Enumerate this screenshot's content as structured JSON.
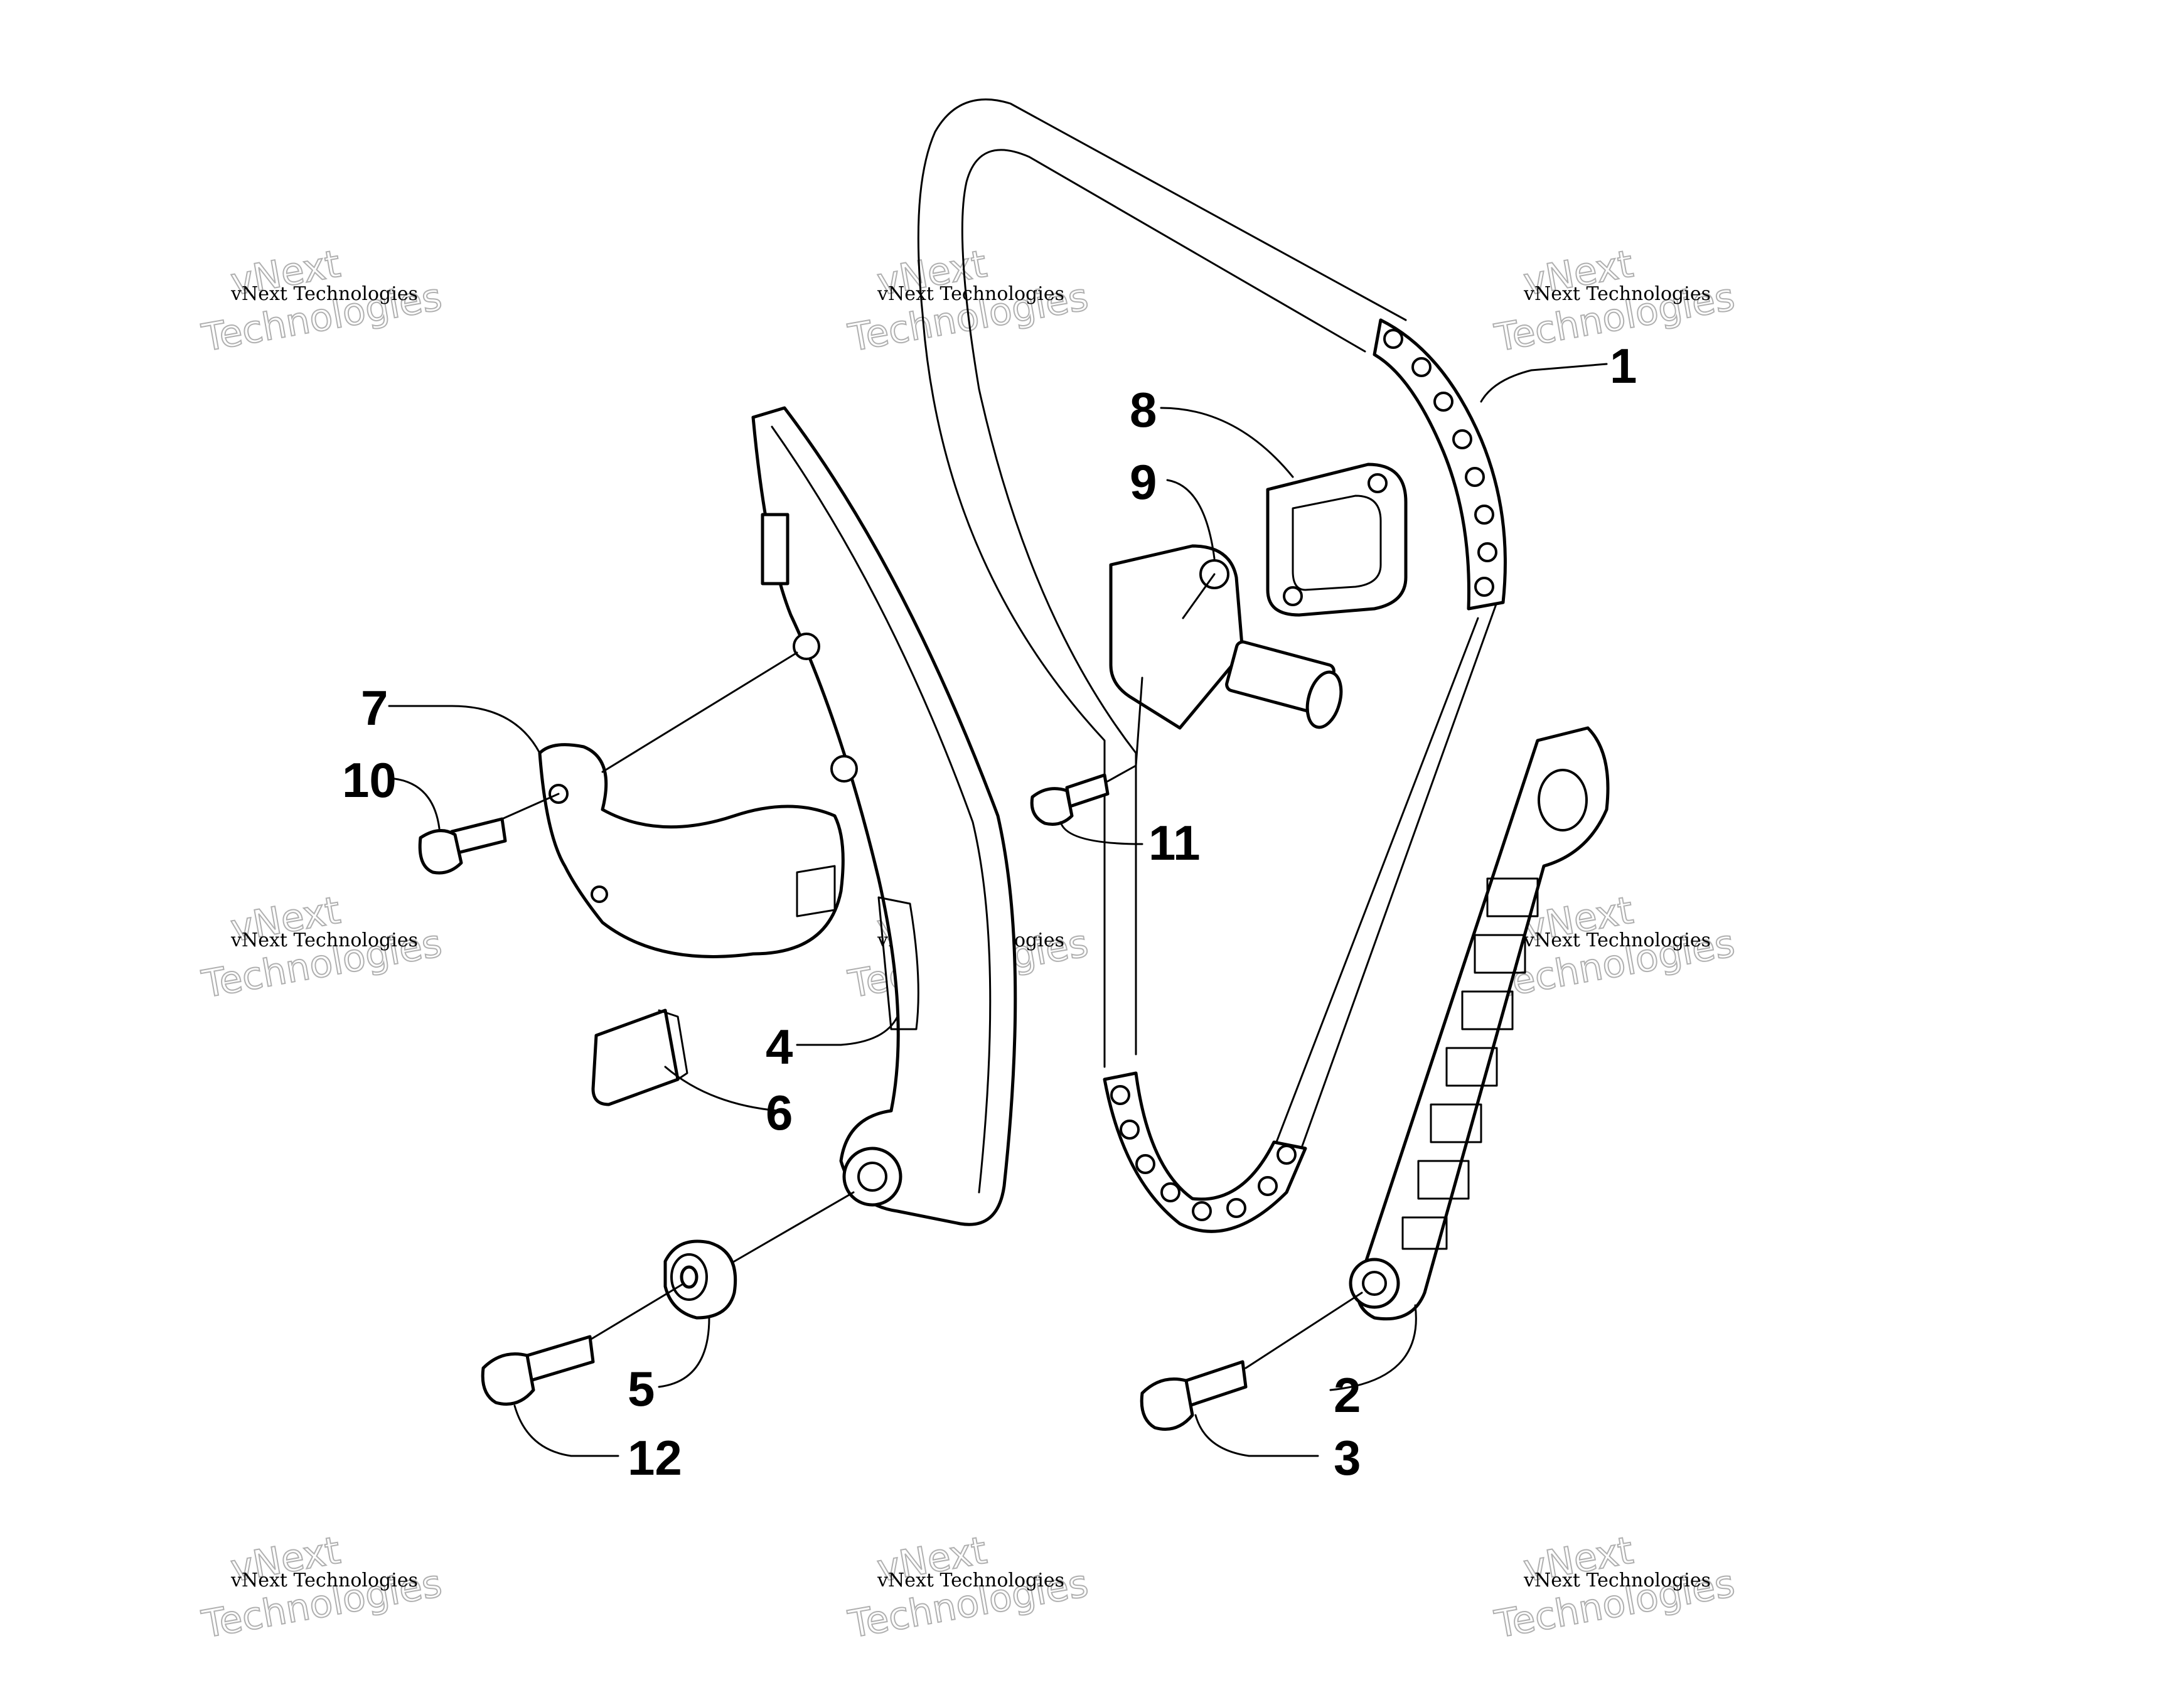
{
  "watermark": {
    "line1": "vNext Technologies",
    "line2": "vNext",
    "line3": "Technologies"
  },
  "callouts": {
    "c1": "1",
    "c2": "2",
    "c3": "3",
    "c4": "4",
    "c5": "5",
    "c6": "6",
    "c7": "7",
    "c8": "8",
    "c9": "9",
    "c10": "10",
    "c11": "11",
    "c12": "12"
  }
}
